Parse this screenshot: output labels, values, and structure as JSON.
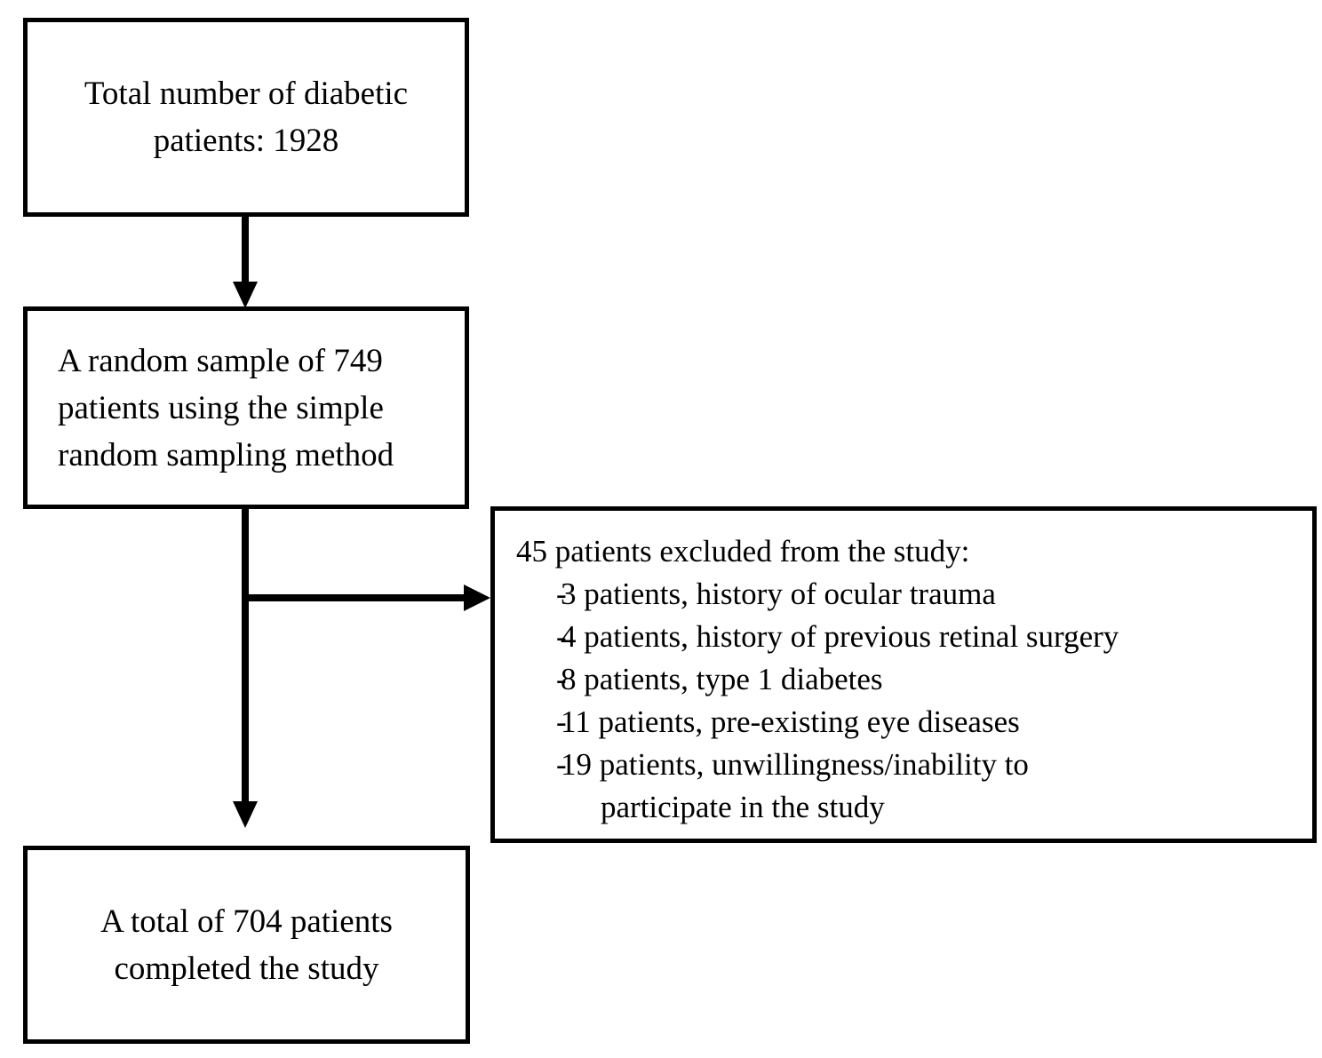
{
  "figure": {
    "type": "flowchart",
    "orientation": "vertical-with-side-branch"
  },
  "nodes": {
    "total": {
      "lines": [
        "Total number of diabetic",
        "patients: 1928"
      ],
      "count": "1928"
    },
    "sample": {
      "lines": [
        "A random sample of 749",
        "patients using the simple",
        "random sampling method"
      ],
      "count": "749"
    },
    "excluded": {
      "heading": "45 patients excluded from the study:",
      "count": "45",
      "bullet_marker": "-",
      "items": [
        {
          "marker": "-",
          "text": "3 patients, history of ocular trauma"
        },
        {
          "marker": "-",
          "text": "4 patients, history of previous retinal surgery"
        },
        {
          "marker": "-",
          "text": "8 patients, type 1 diabetes"
        },
        {
          "marker": "-",
          "text": "11 patients, pre-existing eye diseases"
        },
        {
          "marker": "-",
          "text": "19 patients, unwillingness/inability to"
        }
      ],
      "last_item_continuation": "participate in the study"
    },
    "completed": {
      "lines": [
        "A total of 704 patients",
        "completed the study"
      ],
      "count": "704"
    }
  },
  "colors": {
    "stroke": "#000000",
    "fill": "#ffffff"
  }
}
